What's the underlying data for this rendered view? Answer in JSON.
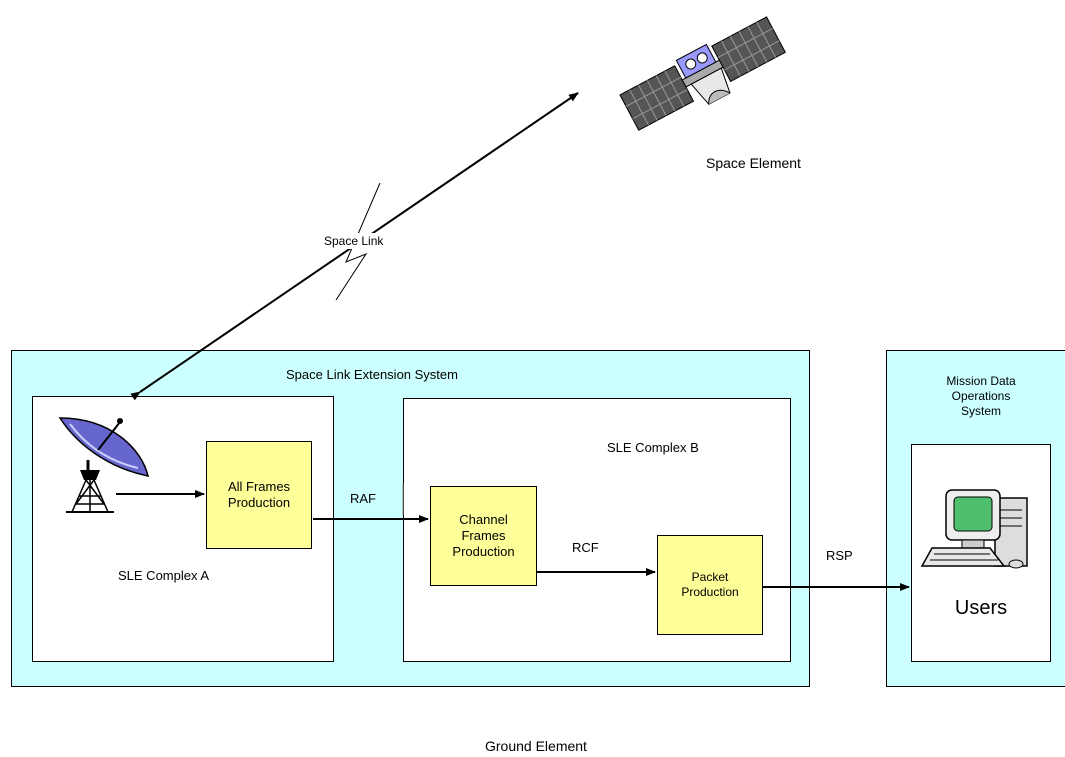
{
  "space_element": {
    "label": "Space Element",
    "icon": "satellite-icon"
  },
  "space_link": {
    "label": "Space Link"
  },
  "sle_system": {
    "title": "Space Link Extension System"
  },
  "complex_a": {
    "label": "SLE Complex A",
    "antenna_icon": "ground-antenna-icon",
    "process": {
      "line1": "All Frames",
      "line2": "Production"
    }
  },
  "complex_b": {
    "label": "SLE Complex B",
    "channel_process": {
      "line1": "Channel",
      "line2": "Frames",
      "line3": "Production"
    },
    "packet_process": {
      "line1": "Packet",
      "line2": "Production"
    }
  },
  "flows": {
    "raf": "RAF",
    "rcf": "RCF",
    "rsp": "RSP"
  },
  "mdos": {
    "line1": "Mission Data",
    "line2": "Operations",
    "line3": "System",
    "users_label": "Users",
    "icon": "computer-icon"
  },
  "ground_element": {
    "label": "Ground Element"
  },
  "colors": {
    "system_fill": "#ccffff",
    "process_fill": "#ffff99"
  }
}
